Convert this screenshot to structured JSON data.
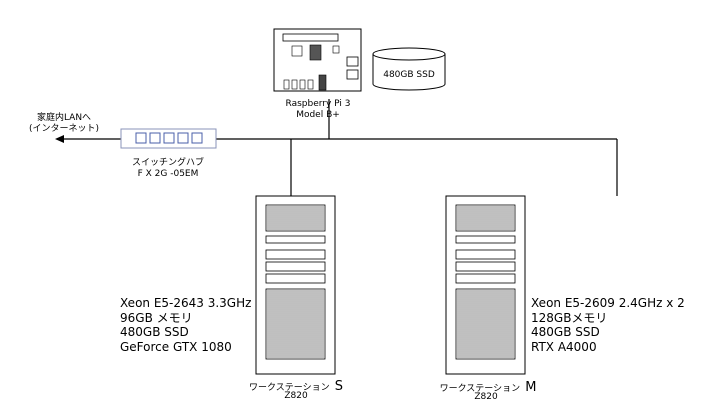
{
  "raspberry_pi": {
    "name_line1": "Raspberry Pi 3",
    "name_line2": "Model B+",
    "storage_label": "480GB SSD"
  },
  "switch": {
    "name_line1": "スイッチングハブ",
    "name_line2": "F X 2G -05EM"
  },
  "lan": {
    "line1": "家庭内LANへ",
    "line2": "(インターネット)"
  },
  "workstation_s": {
    "specs": [
      "Xeon E5-2643 3.3GHz",
      "96GB メモリ",
      "480GB SSD",
      "GeForce GTX 1080"
    ],
    "label_prefix": "ワークステーション",
    "label_suffix": "S",
    "model": "Z820"
  },
  "workstation_m": {
    "specs": [
      "Xeon E5-2609 2.4GHz x 2",
      "128GBメモリ",
      "480GB SSD",
      "RTX A4000"
    ],
    "label_prefix": "ワークステーション",
    "label_suffix": "M",
    "model": "Z820"
  },
  "colors": {
    "line": "#000000",
    "switch_ports": "#4a5fa8"
  }
}
